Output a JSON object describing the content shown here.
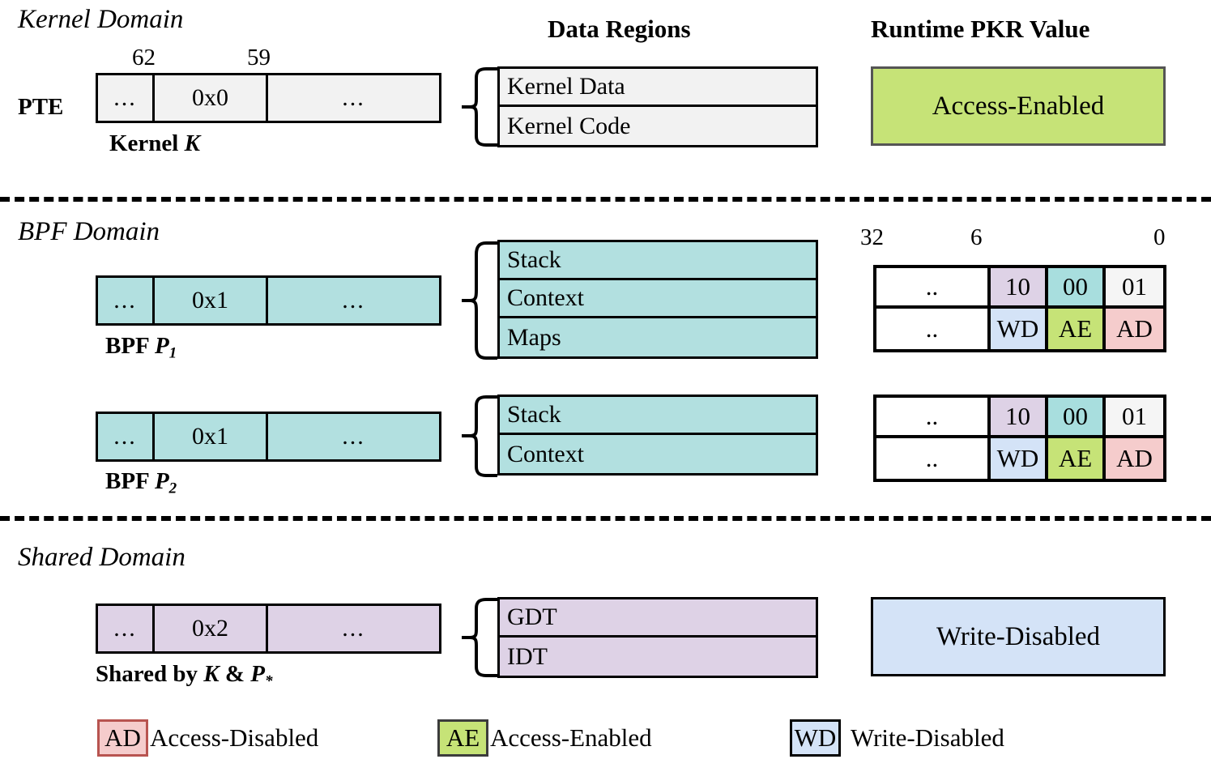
{
  "columns": {
    "data_regions_header": "Data Regions",
    "pkr_header": "Runtime PKR Value"
  },
  "colors": {
    "kernel_fill": "#F2F2F2",
    "bpf_fill": "#B2E0E0",
    "shared_fill": "#DED2E6",
    "access_enabled": "#C6E377",
    "write_disabled": "#D4E3F7",
    "access_disabled": "#F5CCCC",
    "bit_teal": "#A8DEDE",
    "bit_lavender": "#DED2E6",
    "bit_white": "#F5F5F5"
  },
  "kernel": {
    "title": "Kernel Domain",
    "pte_label": "PTE",
    "bit_high": "62",
    "bit_low": "59",
    "cells": [
      "...",
      "0x0",
      "..."
    ],
    "caption_prefix": "Kernel ",
    "caption_var": "K",
    "regions": [
      "Kernel Data",
      "Kernel Code"
    ],
    "pkr_value": "Access-Enabled"
  },
  "bpf": {
    "title": "BPF Domain",
    "bits": {
      "high": "32",
      "mid": "6",
      "low": "0"
    },
    "programs": [
      {
        "cells": [
          "...",
          "0x1",
          "..."
        ],
        "caption_prefix": "BPF ",
        "caption_var": "P",
        "caption_sub": "1",
        "regions": [
          "Stack",
          "Context",
          "Maps"
        ],
        "pkr_bits": [
          "..",
          "10",
          "00",
          "01"
        ],
        "pkr_names": [
          "..",
          "WD",
          "AE",
          "AD"
        ]
      },
      {
        "cells": [
          "...",
          "0x1",
          "..."
        ],
        "caption_prefix": "BPF ",
        "caption_var": "P",
        "caption_sub": "2",
        "regions": [
          "Stack",
          "Context"
        ],
        "pkr_bits": [
          "..",
          "10",
          "00",
          "01"
        ],
        "pkr_names": [
          "..",
          "WD",
          "AE",
          "AD"
        ]
      }
    ]
  },
  "shared": {
    "title": "Shared Domain",
    "cells": [
      "...",
      "0x2",
      "..."
    ],
    "caption_prefix": "Shared by ",
    "caption_var1": "K",
    "caption_amp": " & ",
    "caption_var2": "P",
    "caption_sub": "*",
    "regions": [
      "GDT",
      "IDT"
    ],
    "pkr_value": "Write-Disabled"
  },
  "legend": [
    {
      "code": "AD",
      "label": "Access-Disabled"
    },
    {
      "code": "AE",
      "label": "Access-Enabled"
    },
    {
      "code": "WD",
      "label": "Write-Disabled"
    }
  ]
}
